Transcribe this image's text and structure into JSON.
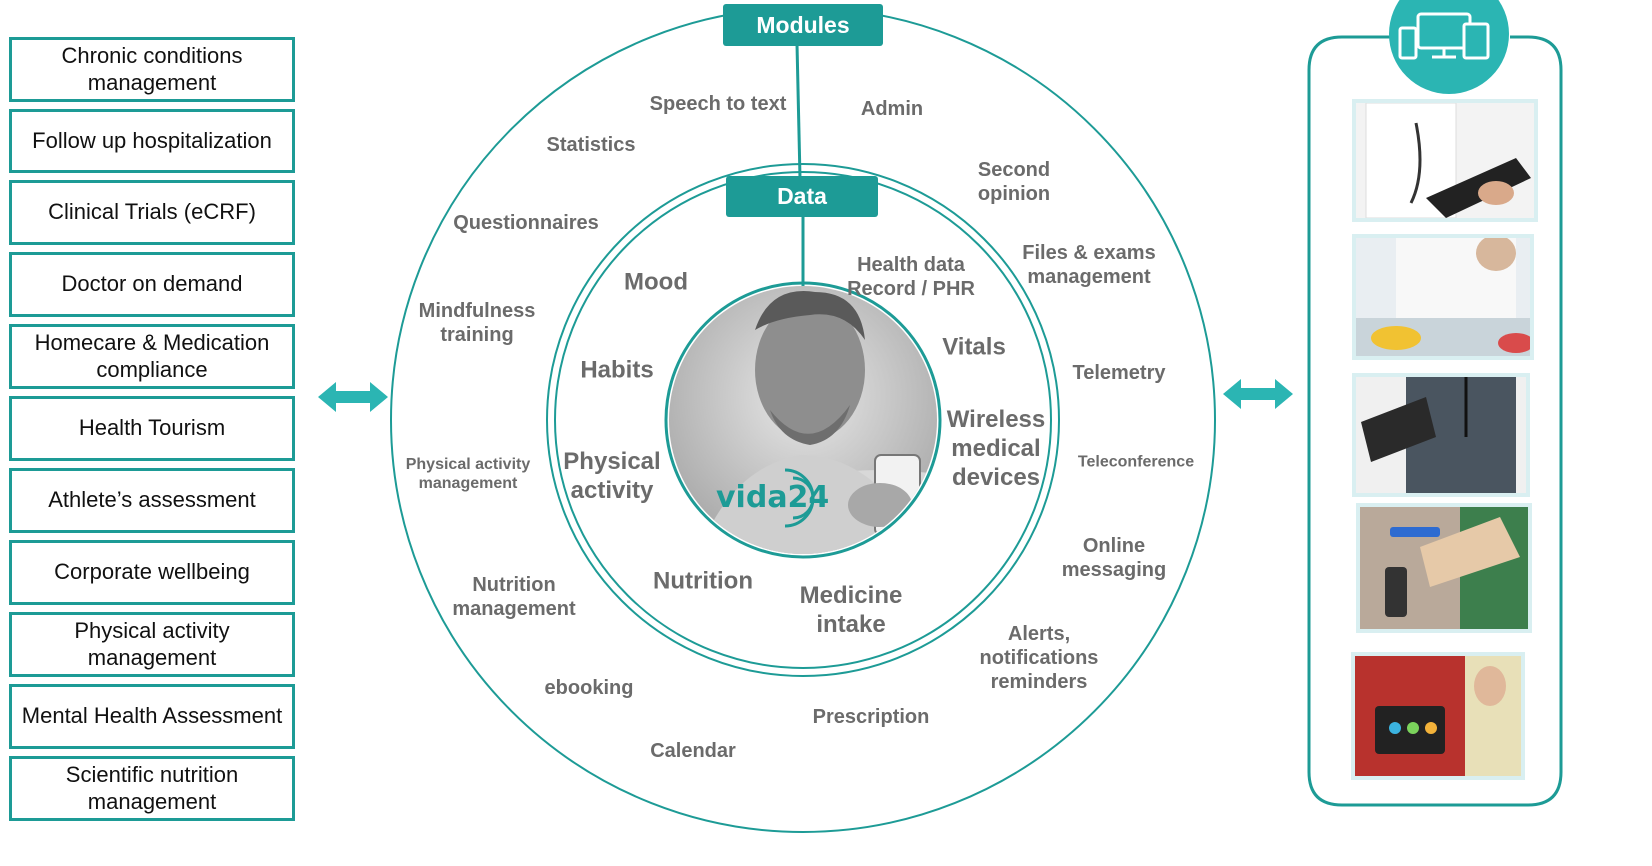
{
  "use_cases": [
    "Chronic conditions management",
    "Follow up hospitalization",
    "Clinical Trials (eCRF)",
    "Doctor on demand",
    "Homecare & Medication compliance",
    "Health Tourism",
    "Athlete’s assessment",
    "Corporate wellbeing",
    "Physical activity management",
    "Mental Health Assessment",
    "Scientific nutrition management"
  ],
  "modules": {
    "title": "Modules",
    "items": {
      "speech": "Speech to text",
      "admin": "Admin",
      "statistics": "Statistics",
      "second_opinion": "Second opinion",
      "questionnaires": "Questionnaires",
      "files": "Files & exams management",
      "mindfulness": "Mindfulness training",
      "telemetry": "Telemetry",
      "physical_mgmt": "Physical activity management",
      "teleconference": "Teleconference",
      "online_messaging": "Online messaging",
      "nutrition_mgmt": "Nutrition management",
      "alerts": "Alerts, notifications reminders",
      "ebooking": "ebooking",
      "prescription": "Prescription",
      "calendar": "Calendar"
    }
  },
  "data": {
    "title": "Data",
    "items": {
      "mood": "Mood",
      "health_record": "Health data Record / PHR",
      "habits": "Habits",
      "vitals": "Vitals",
      "physical_activity": "Physical activity",
      "wireless": "Wireless medical devices",
      "nutrition": "Nutrition",
      "medicine": "Medicine intake"
    }
  },
  "logo_text": "vida24",
  "colors": {
    "teal": "#1d9b96",
    "teal_light": "#2bb5b3",
    "label_gray": "#6b6b6b"
  }
}
